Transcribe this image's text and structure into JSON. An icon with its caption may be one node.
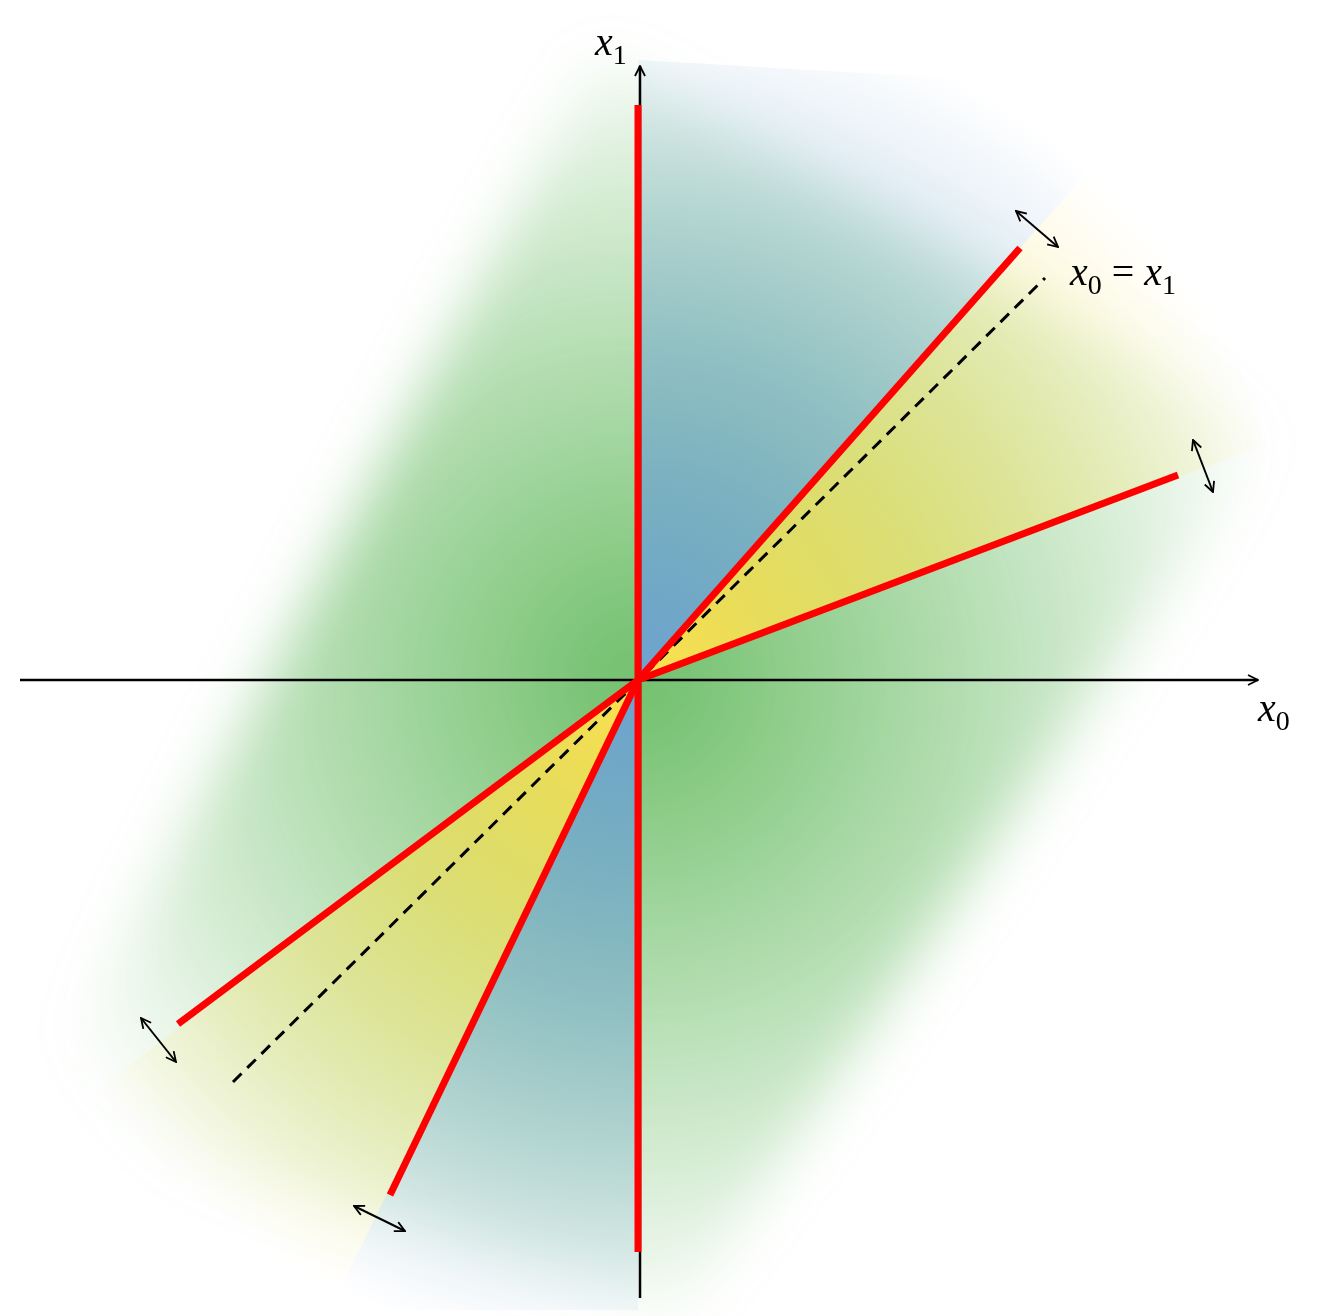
{
  "diagram": {
    "labels": [
      "*x*$_{1}$",
      "*x*$_{0}$ = *x*$_{1}$",
      "*x*$_{0}$"
    ]
  }
}
